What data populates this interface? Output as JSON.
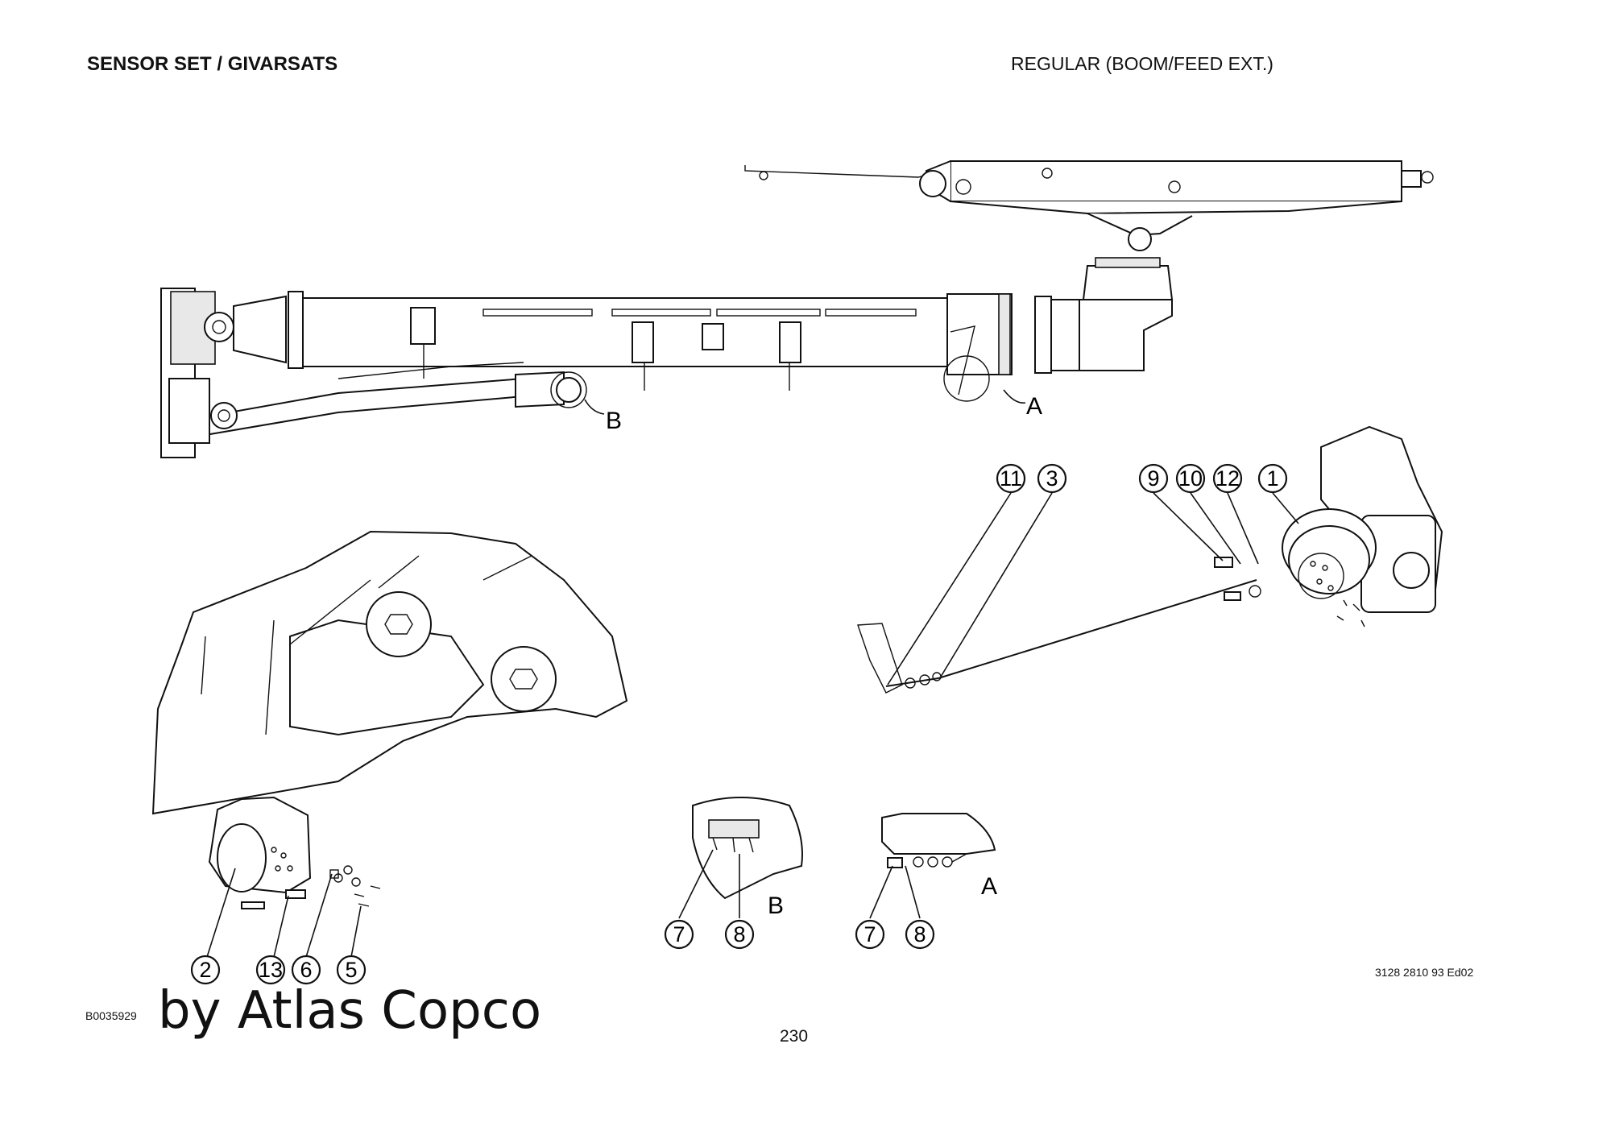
{
  "header": {
    "title": "SENSOR SET / GIVARSATS",
    "variant": "REGULAR (BOOM/FEED EXT.)"
  },
  "views": {
    "detail_a": "A",
    "detail_b": "B"
  },
  "balloons": {
    "b11": "11",
    "b3": "3",
    "b9": "9",
    "b10": "10",
    "b12": "12",
    "b1": "1",
    "b2": "2",
    "b13": "13",
    "b6": "6",
    "b5": "5",
    "b7": "7",
    "b8": "8"
  },
  "footer": {
    "doc_number": "3128 2810 93 Ed02",
    "image_id": "B0035929",
    "brand": "by Atlas Copco",
    "page": "230"
  }
}
